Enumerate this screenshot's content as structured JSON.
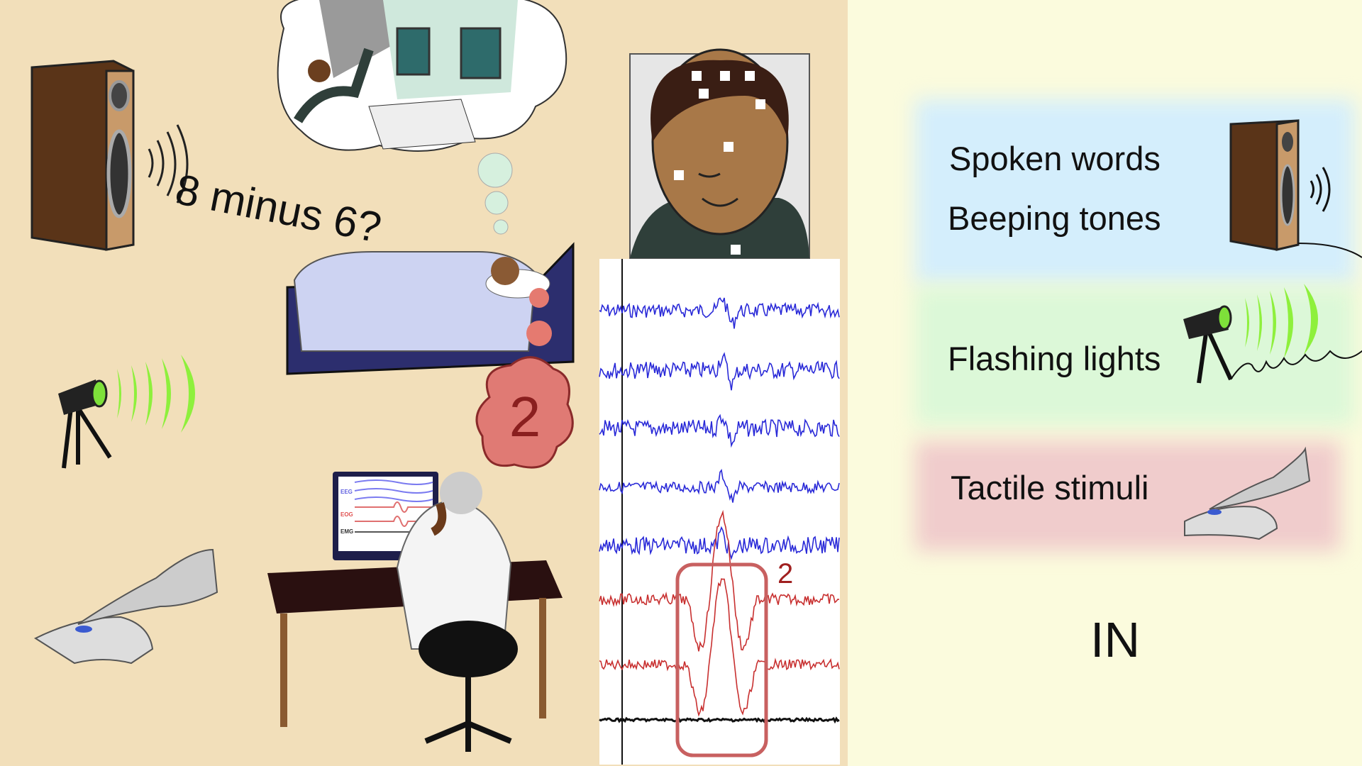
{
  "left": {
    "question": "8 minus 6?",
    "answer_bubble": "2",
    "monitor_labels": {
      "eeg": "EEG",
      "eog": "EOG",
      "emg": "EMG"
    },
    "eeg_annotation": "2"
  },
  "right": {
    "auditory": [
      "Spoken words",
      "Beeping tones"
    ],
    "visual": "Flashing lights",
    "tactile": "Tactile stimuli",
    "footer": "IN"
  },
  "colors": {
    "left_bg": "#f2dfba",
    "right_bg": "#fbfbdd",
    "eeg_blue": "#2a2ad8",
    "eog_red": "#c83030",
    "light_green": "#8ef03c",
    "auditory_band": "#d4eefc",
    "visual_band": "#dcf8d8",
    "tactile_band": "#f0cccc"
  }
}
